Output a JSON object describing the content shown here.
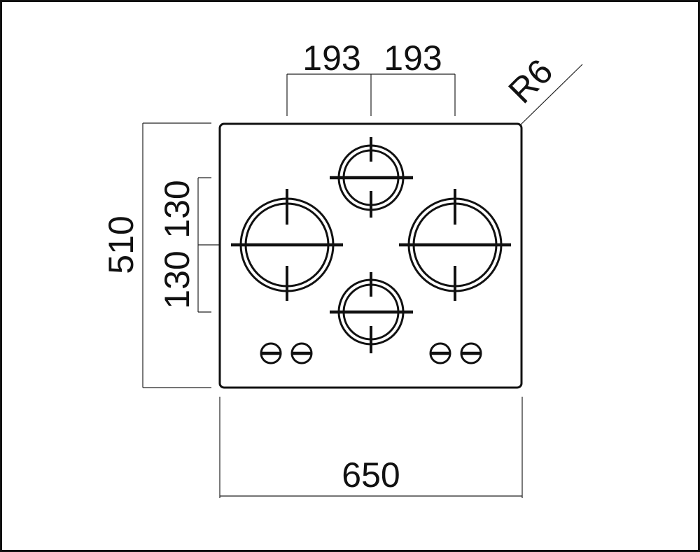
{
  "dimensions": {
    "top_left": "193",
    "top_right": "193",
    "corner_radius": "R6",
    "overall_height": "510",
    "upper_offset": "130",
    "lower_offset": "130",
    "overall_width": "650"
  },
  "hob": {
    "burners": [
      {
        "id": "top-small"
      },
      {
        "id": "left-large"
      },
      {
        "id": "right-large"
      },
      {
        "id": "bottom-small"
      }
    ],
    "knob_groups": [
      {
        "side": "left",
        "count": 2
      },
      {
        "side": "right",
        "count": 2
      }
    ]
  },
  "colors": {
    "line": "#111111",
    "background": "#ffffff"
  }
}
